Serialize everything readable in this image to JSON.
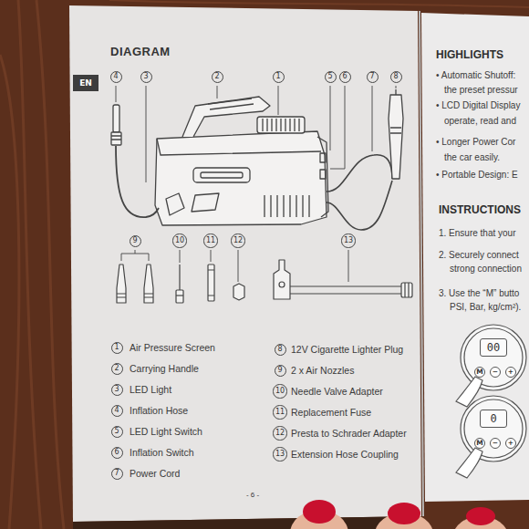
{
  "diagram": {
    "title": "DIAGRAM",
    "nodes": [
      {
        "text": [
          "EN"
        ]
      },
      {
        "text": [
          "4"
        ]
      },
      {
        "text": [
          "3"
        ]
      },
      {
        "text": [
          "2"
        ]
      },
      {
        "text": [
          "1"
        ]
      },
      {
        "text": [
          "5"
        ]
      },
      {
        "text": [
          "6"
        ]
      },
      {
        "text": [
          "7"
        ]
      },
      {
        "text": [
          "8"
        ]
      },
      {
        "text": [
          "9"
        ]
      },
      {
        "text": [
          "10"
        ]
      },
      {
        "text": [
          "11"
        ]
      },
      {
        "text": [
          "12"
        ]
      },
      {
        "text": [
          "13"
        ]
      },
      {
        "text": [
          "1"
        ]
      },
      {
        "text": [
          "2"
        ]
      },
      {
        "text": [
          "3"
        ]
      },
      {
        "text": [
          "4"
        ]
      },
      {
        "text": [
          "5"
        ]
      },
      {
        "text": [
          "6"
        ]
      },
      {
        "text": [
          "7"
        ]
      },
      {
        "text": [
          "8"
        ]
      },
      {
        "text": [
          "9"
        ]
      },
      {
        "text": [
          "10"
        ]
      },
      {
        "text": [
          "11"
        ]
      },
      {
        "text": [
          "12"
        ]
      },
      {
        "text": [
          "13"
        ]
      },
      {
        "text": [
          "00"
        ]
      },
      {
        "text": [
          "M"
        ]
      },
      {
        "text": [
          "−"
        ]
      },
      {
        "text": [
          "+"
        ]
      },
      {
        "text": [
          "0"
        ]
      },
      {
        "text": [
          "M"
        ]
      },
      {
        "text": [
          "−"
        ]
      },
      {
        "text": [
          "+"
        ]
      }
    ],
    "labels": [
      "Air Pressure Screen",
      "Carrying Handle",
      "LED Light",
      "Inflation Hose",
      "LED Light Switch",
      "Inflation Switch",
      "Power Cord",
      "12V Cigarette Lighter Plug",
      "2 x Air Nozzles",
      "Needle Valve Adapter",
      "Replacement Fuse",
      "Presta to Schrader Adapter",
      "Extension Hose Coupling",
      "- 6 -",
      "HIGHLIGHTS",
      "• Automatic Shutoff:",
      "the preset pressur",
      "• LCD Digital Display",
      "operate, read and",
      "• Longer Power Cor",
      "the car easily.",
      "• Portable Design: E",
      "INSTRUCTIONS",
      "1. Ensure that your",
      "2. Securely connect",
      "strong connection",
      "3. Use the “M” butto",
      "PSI, Bar, kg/cm²)."
    ]
  }
}
